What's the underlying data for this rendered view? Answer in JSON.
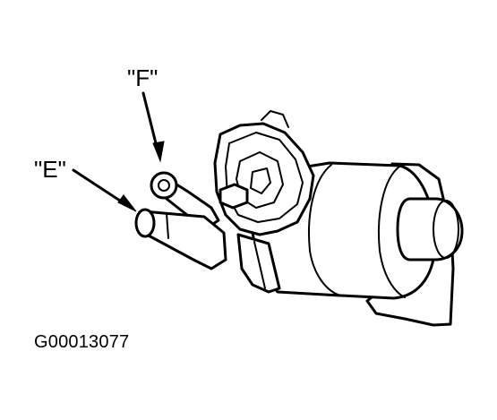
{
  "callouts": {
    "f": "\"F\"",
    "e": "\"E\""
  },
  "figure_id": "G00013077",
  "colors": {
    "ink": "#000000",
    "paper": "#ffffff"
  }
}
